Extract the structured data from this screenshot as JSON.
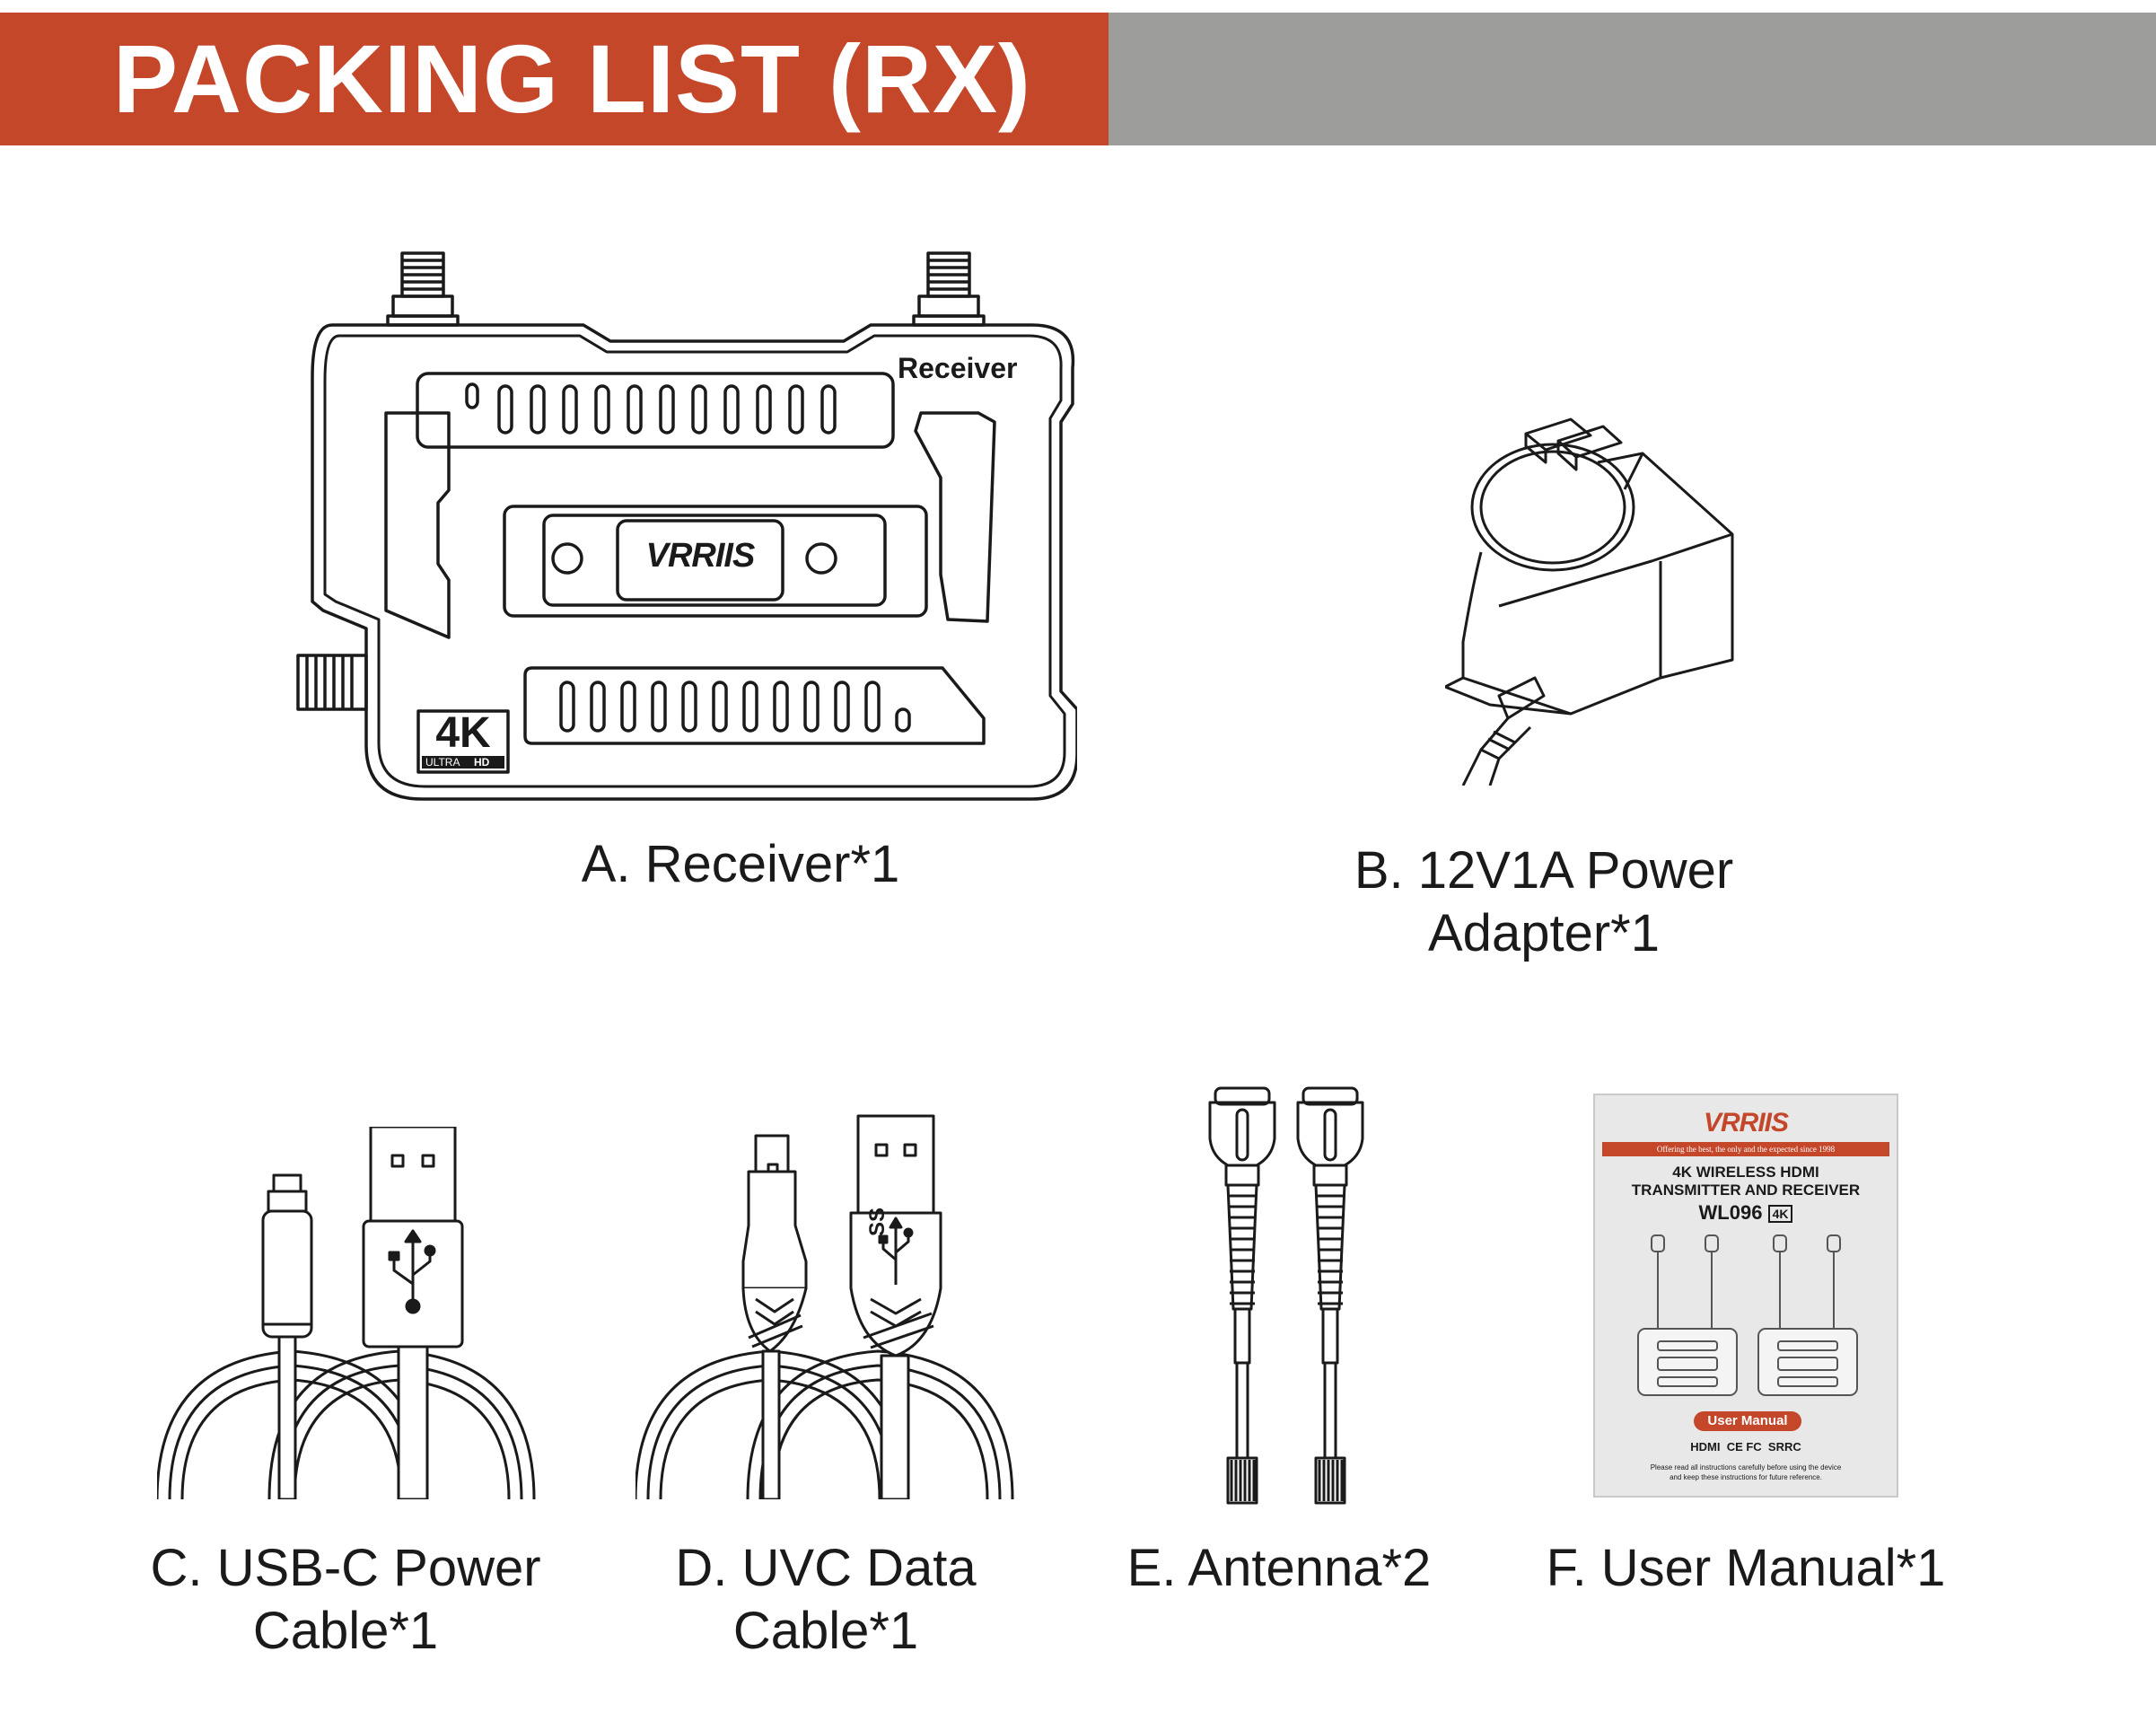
{
  "header": {
    "title": "PACKING LIST (RX)",
    "accent_color": "#c4472a",
    "bar_color": "#9d9e9c"
  },
  "items": [
    {
      "id": "A",
      "caption_lines": [
        "A. Receiver*1"
      ],
      "device_label": "Receiver",
      "brand": "VRRIIS",
      "badge_main": "4K",
      "badge_left": "ULTRA",
      "badge_right": "HD"
    },
    {
      "id": "B",
      "caption_lines": [
        "B. 12V1A Power",
        "Adapter*1"
      ]
    },
    {
      "id": "C",
      "caption_lines": [
        "C. USB-C Power",
        "Cable*1"
      ]
    },
    {
      "id": "D",
      "caption_lines": [
        "D. UVC Data",
        "Cable*1"
      ],
      "connector_mark": "SS"
    },
    {
      "id": "E",
      "caption_lines": [
        "E. Antenna*2"
      ]
    },
    {
      "id": "F",
      "caption_lines": [
        "F. User Manual*1"
      ],
      "manual": {
        "brand": "VRRIIS",
        "tagline": "Offering the best, the only and the expected since 1998",
        "title_line1": "4K WIRELESS HDMI",
        "title_line2": "TRANSMITTER AND RECEIVER",
        "model": "WL096",
        "badge": "4K",
        "banner": "User Manual",
        "certifications": "HDMI  CE FC  SRRC",
        "note_line1": "Please read all instructions carefully before using the device",
        "note_line2": "and keep these instructions for future reference."
      }
    }
  ]
}
